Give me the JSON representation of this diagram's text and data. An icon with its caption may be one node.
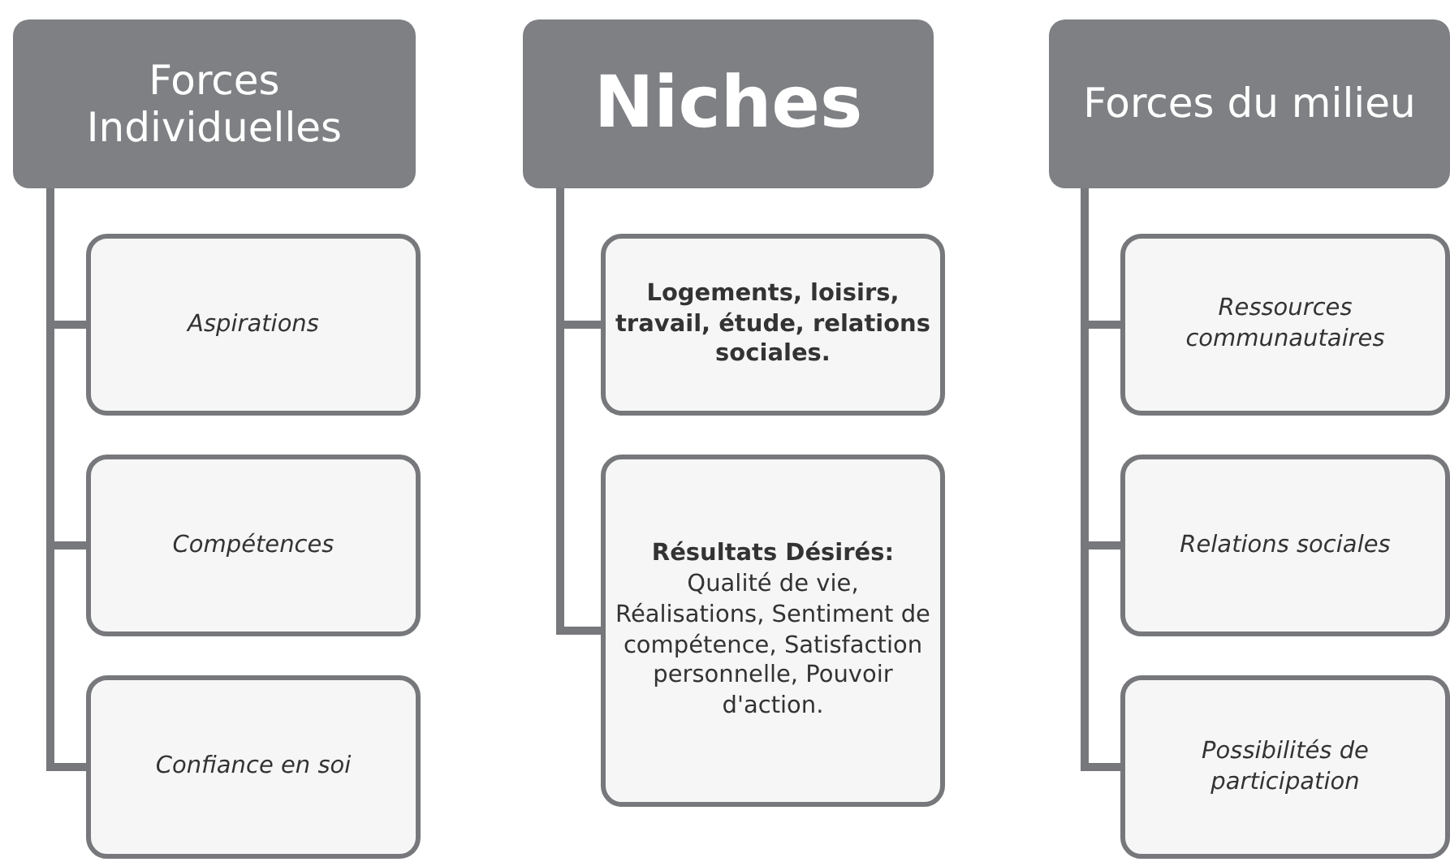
{
  "diagram": {
    "nodes": [
      {
        "text": [
          "Forces Individuelles"
        ]
      },
      {
        "text": [
          "Niches"
        ]
      },
      {
        "text": [
          "Forces du milieu"
        ]
      },
      {
        "text": [
          "Aspirations"
        ]
      },
      {
        "text": [
          "Compétences"
        ]
      },
      {
        "text": [
          "Confiance en soi"
        ]
      },
      {
        "text": [
          "Logements, loisirs, travail, étude, relations sociales."
        ]
      },
      {
        "text": [
          "Résultats Désirés:",
          "Qualité de vie, Réalisations, Sentiment de compétence, Satisfaction personnelle, Pouvoir d'action."
        ]
      },
      {
        "text": [
          "Ressources communautaires"
        ]
      },
      {
        "text": [
          "Relations sociales"
        ]
      },
      {
        "text": [
          "Possibilités de participation"
        ]
      }
    ],
    "edges": [
      {
        "from": 0,
        "to": 3,
        "arrow": "none"
      },
      {
        "from": 0,
        "to": 4,
        "arrow": "none"
      },
      {
        "from": 0,
        "to": 5,
        "arrow": "none"
      },
      {
        "from": 1,
        "to": 6,
        "arrow": "none"
      },
      {
        "from": 1,
        "to": 7,
        "arrow": "none"
      },
      {
        "from": 2,
        "to": 8,
        "arrow": "none"
      },
      {
        "from": 2,
        "to": 9,
        "arrow": "none"
      },
      {
        "from": 2,
        "to": 10,
        "arrow": "none"
      }
    ]
  }
}
